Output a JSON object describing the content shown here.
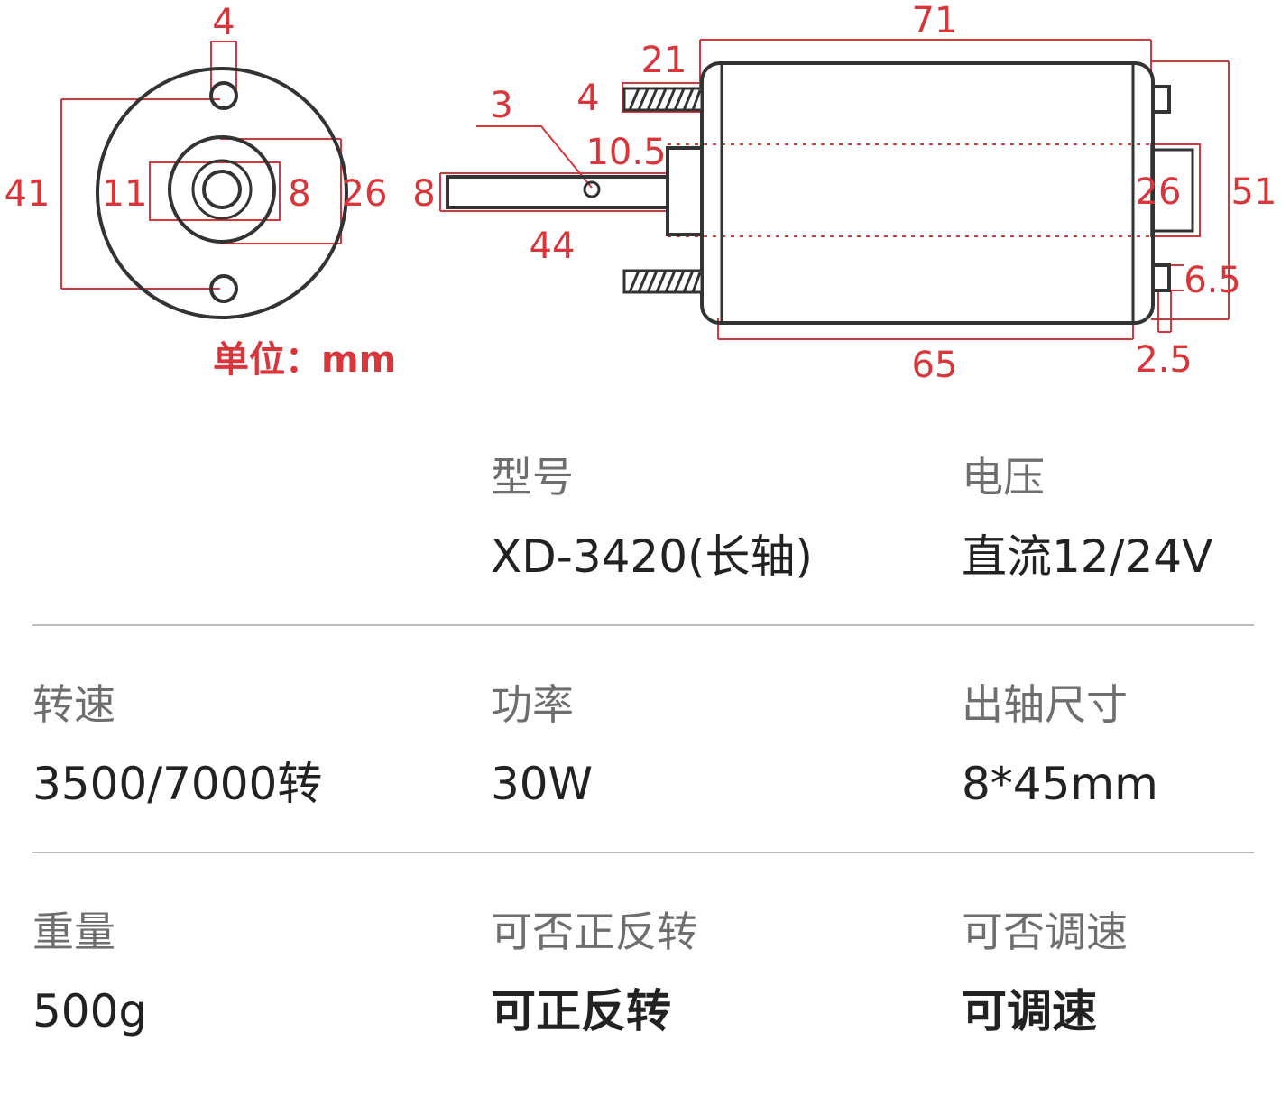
{
  "diagram": {
    "unit_label": "单位：mm",
    "front_view": {
      "dims": {
        "hole_diameter": "4",
        "hole_spacing": "41",
        "boss_diameter": "11",
        "shaft_diameter": "8",
        "body_inner": "26"
      }
    },
    "side_view": {
      "dims": {
        "total_length": "71",
        "screw_length": "21",
        "screw_size": "4",
        "pin_hole": "3",
        "boss_diameter": "10.5",
        "shaft_diameter": "8",
        "shaft_length": "44",
        "rear_boss": "26",
        "body_diameter": "51",
        "rear_pin": "6.5",
        "body_length": "65",
        "rear_offset": "2.5"
      }
    }
  },
  "specs": {
    "row1": {
      "model_label": "型号",
      "model_value": "XD-3420(长轴)",
      "voltage_label": "电压",
      "voltage_value": "直流12/24V"
    },
    "row2": {
      "speed_label": "转速",
      "speed_value": "3500/7000转",
      "power_label": "功率",
      "power_value": "30W",
      "shaft_label": "出轴尺寸",
      "shaft_value": "8*45mm"
    },
    "row3": {
      "weight_label": "重量",
      "weight_value": "500g",
      "reverse_label": "可否正反转",
      "reverse_value": "可正反转",
      "adjust_label": "可否调速",
      "adjust_value": "可调速"
    }
  },
  "colors": {
    "dimension": "#d8363a",
    "outline": "#333333",
    "label": "#6e6e6e",
    "value": "#222222"
  }
}
